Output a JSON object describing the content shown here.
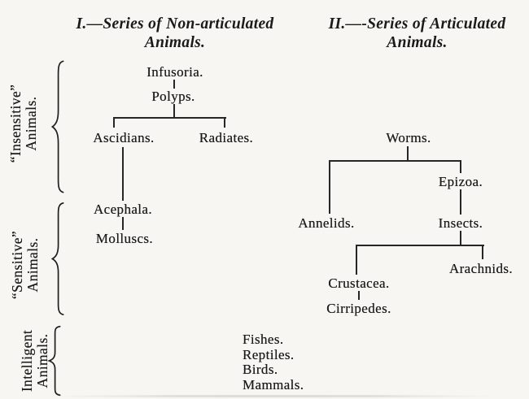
{
  "palette": {
    "paper": "#f7f6f2",
    "ink": "#1a1a1a"
  },
  "headers": {
    "series1": {
      "line1": "I.—Series of Non-articulated",
      "line2": "Animals."
    },
    "series2": {
      "line1": "II.—-Series of Articulated",
      "line2": "Animals."
    }
  },
  "side_groups": [
    {
      "line1": "“Insensitive”",
      "line2": "Animals."
    },
    {
      "line1": "“Sensitive”",
      "line2": "Animals."
    },
    {
      "line1": "Intelligent",
      "line2": "Animals."
    }
  ],
  "tree1": {
    "infusoria": "Infusoria.",
    "polyps": "Polyps.",
    "ascidians": "Ascidians.",
    "radiates": "Radiates.",
    "acephala": "Acephala.",
    "molluscs": "Molluscs."
  },
  "tree2": {
    "worms": "Worms.",
    "epizoa": "Epizoa.",
    "annelids": "Annelids.",
    "insects": "Insects.",
    "arachnids": "Arachnids.",
    "crustacea": "Crustacea.",
    "cirripedes": "Cirripedes."
  },
  "vertebrates": [
    "Fishes.",
    "Reptiles.",
    "Birds.",
    "Mammals."
  ]
}
